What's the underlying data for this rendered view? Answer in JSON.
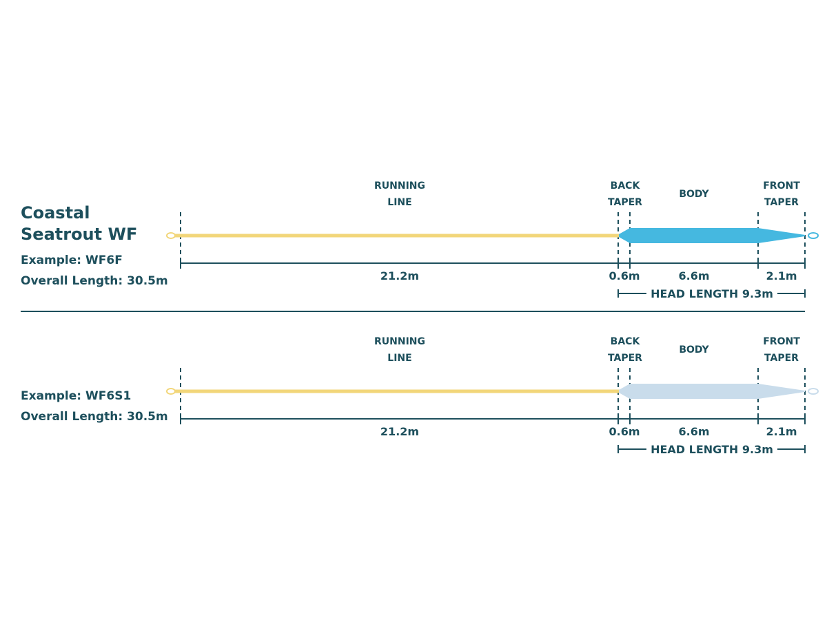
{
  "colors": {
    "text": "#1d4f5c",
    "running_line": "#f2d67a",
    "floating_head": "#45b8e0",
    "sinking_head": "#c9dceb",
    "rule": "#1d4f5c"
  },
  "panels": [
    {
      "title_lines": [
        "Coastal",
        "Seatrout WF"
      ],
      "example": "Example: WF6F",
      "overall_length": "Overall Length: 30.5m",
      "labels": {
        "running": [
          "RUNNING",
          "LINE"
        ],
        "back": [
          "BACK",
          "TAPER"
        ],
        "body": [
          "BODY"
        ],
        "front": [
          "FRONT",
          "TAPER"
        ]
      },
      "measurements": {
        "running": "21.2m",
        "back": "0.6m",
        "body": "6.6m",
        "front": "2.1m"
      },
      "head_length": "HEAD LENGTH 9.3m"
    },
    {
      "title_lines": [],
      "example": "Example: WF6S1",
      "overall_length": "Overall Length: 30.5m",
      "labels": {
        "running": [
          "RUNNING",
          "LINE"
        ],
        "back": [
          "BACK",
          "TAPER"
        ],
        "body": [
          "BODY"
        ],
        "front": [
          "FRONT",
          "TAPER"
        ]
      },
      "measurements": {
        "running": "21.2m",
        "back": "0.6m",
        "body": "6.6m",
        "front": "2.1m"
      },
      "head_length": "HEAD LENGTH 9.3m"
    }
  ]
}
